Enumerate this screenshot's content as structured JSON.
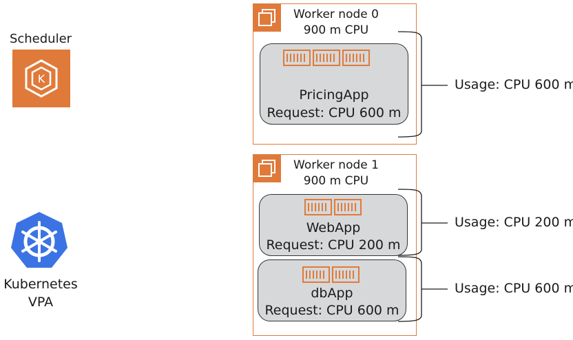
{
  "scheduler": {
    "label": "Scheduler",
    "icon": "eks-k-icon",
    "color": "#e07a3a"
  },
  "vpa": {
    "label_line1": "Kubernetes",
    "label_line2": "VPA",
    "icon": "helm-wheel-icon",
    "color": "#3b73e4"
  },
  "nodes": [
    {
      "title": "Worker node 0",
      "capacity": "900 m CPU",
      "pods": [
        {
          "name": "PricingApp",
          "request": "Request: CPU 600 m",
          "containers": 3
        }
      ],
      "usages": [
        "Usage: CPU 600 m"
      ]
    },
    {
      "title": "Worker node 1",
      "capacity": "900 m CPU",
      "pods": [
        {
          "name": "WebApp",
          "request": "Request: CPU 200 m",
          "containers": 2
        },
        {
          "name": "dbApp",
          "request": "Request: CPU 600 m",
          "containers": 2
        }
      ],
      "usages": [
        "Usage: CPU 200 m",
        "Usage: CPU 600 m"
      ]
    }
  ],
  "colors": {
    "accent": "#e07a3a",
    "pod_fill": "#d6d8d9",
    "vpa_blue": "#3b73e4"
  }
}
